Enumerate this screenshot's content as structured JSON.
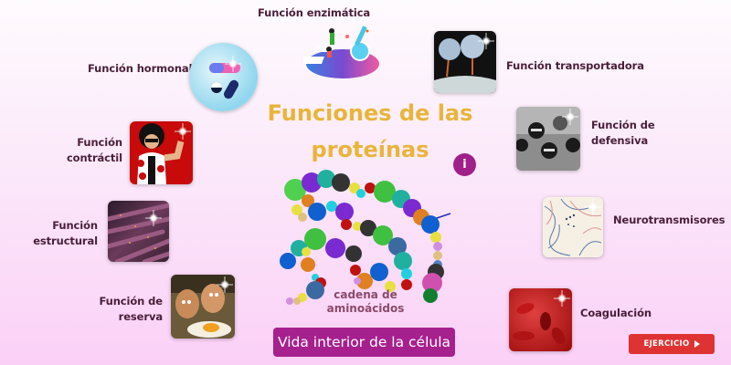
{
  "header": {
    "title": "Funciones de las proteínas"
  },
  "info_button": {
    "label": "i"
  },
  "chain": {
    "caption_line1": "cadena de",
    "caption_line2": "aminoácidos"
  },
  "functions": [
    {
      "id": "enzimatica",
      "line1": "Función enzimática",
      "line2": "",
      "image": "lab-illustration"
    },
    {
      "id": "hormonal",
      "line1": "Función hormonal",
      "line2": "",
      "image": "pills"
    },
    {
      "id": "transportadora",
      "line1": "Función transportadora",
      "line2": "",
      "image": "membrane-proteins"
    },
    {
      "id": "contractil",
      "line1": "Función",
      "line2": "contráctil",
      "image": "muscle-man"
    },
    {
      "id": "defensiva",
      "line1": "Función de",
      "line2": "defensiva",
      "image": "ninjas"
    },
    {
      "id": "estructural",
      "line1": "Función",
      "line2": "estructural",
      "image": "fibers"
    },
    {
      "id": "neurotransmisores",
      "line1": "Neurotransmisores",
      "line2": "",
      "image": "synapse"
    },
    {
      "id": "reserva",
      "line1": "Función de",
      "line2": "reserva",
      "image": "eggs"
    },
    {
      "id": "coagulacion",
      "line1": "Coagulación",
      "line2": "",
      "image": "red-blood-cells"
    }
  ],
  "buttons": {
    "cell_life": "Vida interior de la célula",
    "exercise": "EJERCICIO"
  },
  "colors": {
    "title": "#e8b53a",
    "label": "#4a1f3a",
    "primary_button": "#a6208e",
    "exercise_button": "#df3333"
  }
}
